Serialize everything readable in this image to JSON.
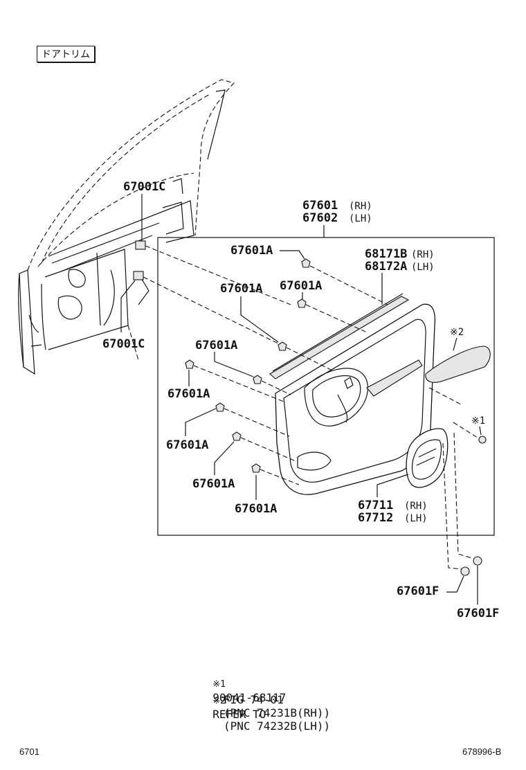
{
  "header": {
    "section_title": "ドアトリム"
  },
  "callouts": {
    "c67001C_top": "67001C",
    "c67001C_bottom": "67001C",
    "c67601_rh": "67601",
    "c67601_rh_suffix": "(RH)",
    "c67602_lh": "67602",
    "c67602_lh_suffix": "(LH)",
    "c68171B": "68171B",
    "c68171B_suffix": "(RH)",
    "c68172A": "68172A",
    "c68172A_suffix": "(LH)",
    "a1": "67601A",
    "a2": "67601A",
    "a3": "67601A",
    "a4": "67601A",
    "a5": "67601A",
    "a6": "67601A",
    "a7": "67601A",
    "a8": "67601A",
    "c67711": "67711",
    "c67711_suffix": "(RH)",
    "c67712": "67712",
    "c67712_suffix": "(LH)",
    "f1": "67601F",
    "f2": "67601F",
    "mark1": "※1",
    "mark2": "※2"
  },
  "notes": {
    "n1_mark": "※1",
    "n1_text": "90041-68117",
    "n2_mark": "※2",
    "n2_line1": "REFER TO",
    "n2_line2": "FIG 74-01",
    "n2_line3": "(PNC 74231B(RH))",
    "n2_line4": "(PNC 74232B(LH))"
  },
  "footer": {
    "page_code": "6701",
    "illustration_id": "678996-B"
  }
}
